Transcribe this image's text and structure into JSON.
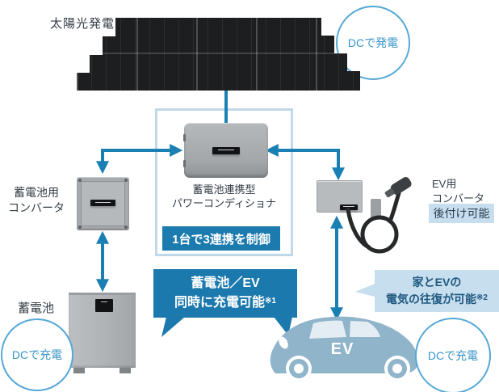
{
  "colors": {
    "accent_blue": "#1a80b3",
    "banner_blue": "#1b7aae",
    "bubble_blue": "#1b79ad",
    "light_blue": "#c6deee",
    "box_border": "#c0d9ea",
    "circle_stroke": "#55a8d6",
    "circle_text": "#3795c9",
    "dark_text": "#333c46",
    "callout_text": "#1f5880",
    "car_blue": "#90b4ca",
    "panel_dark": "#1d1e1f"
  },
  "solar": {
    "label": "太陽光発電",
    "dc_note": "DCで発電"
  },
  "conditioner": {
    "name_line1": "蓄電池連携型",
    "name_line2": "パワーコンディショナ",
    "banner": "1台で3連携を制御"
  },
  "battery_converter": {
    "label_line1": "蓄電池用",
    "label_line2": "コンバータ"
  },
  "battery": {
    "label": "蓄電池",
    "dc_note": "DCで充電"
  },
  "ev_converter": {
    "label_line1": "EV用",
    "label_line2": "コンバータ",
    "badge": "後付け可能"
  },
  "ev": {
    "label": "EV",
    "dc_note": "DCで充電"
  },
  "callouts": {
    "simultaneous_charge": {
      "line1": "蓄電池／EV",
      "line2": "同時に充電可能",
      "note": "※1"
    },
    "round_trip": {
      "line1": "家とEVの",
      "line2": "電気の往復が可能",
      "note": "※2"
    }
  }
}
